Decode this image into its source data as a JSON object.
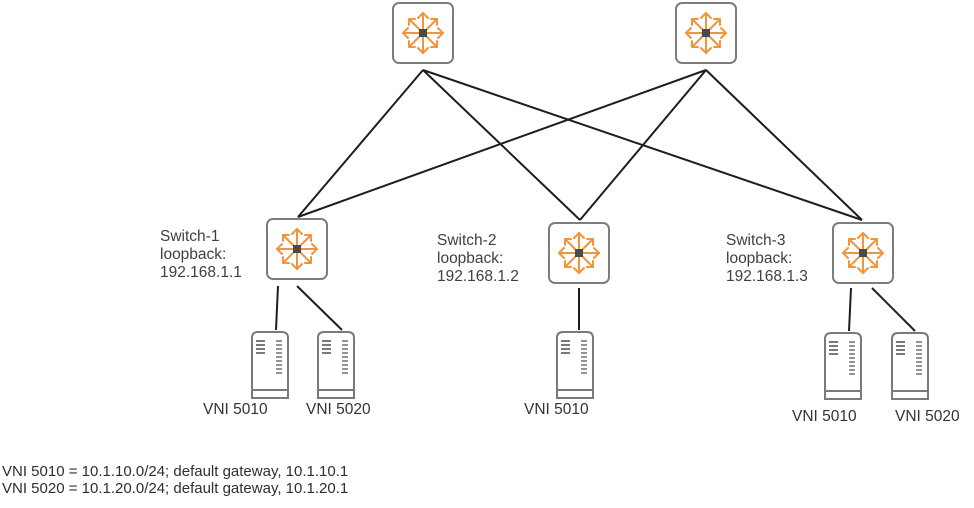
{
  "spines": [
    {
      "id": "spine-1"
    },
    {
      "id": "spine-2"
    }
  ],
  "leaves": [
    {
      "name": "Switch-1",
      "loopback_label": "loopback:",
      "loopback_ip": "192.168.1.1"
    },
    {
      "name": "Switch-2",
      "loopback_label": "loopback:",
      "loopback_ip": "192.168.1.2"
    },
    {
      "name": "Switch-3",
      "loopback_label": "loopback:",
      "loopback_ip": "192.168.1.3"
    }
  ],
  "servers": [
    {
      "leaf": "Switch-1",
      "vni": "VNI 5010"
    },
    {
      "leaf": "Switch-1",
      "vni": "VNI 5020"
    },
    {
      "leaf": "Switch-2",
      "vni": "VNI 5010"
    },
    {
      "leaf": "Switch-3",
      "vni": "VNI 5010"
    },
    {
      "leaf": "Switch-3",
      "vni": "VNI 5020"
    }
  ],
  "legend": [
    "VNI 5010 = 10.1.10.0/24; default gateway, 10.1.10.1",
    "VNI 5020 = 10.1.20.0/24; default gateway, 10.1.20.1"
  ],
  "colors": {
    "switch_icon": "#f0953a",
    "switch_border": "#7d7d7d",
    "link": "#1e1e1e"
  }
}
